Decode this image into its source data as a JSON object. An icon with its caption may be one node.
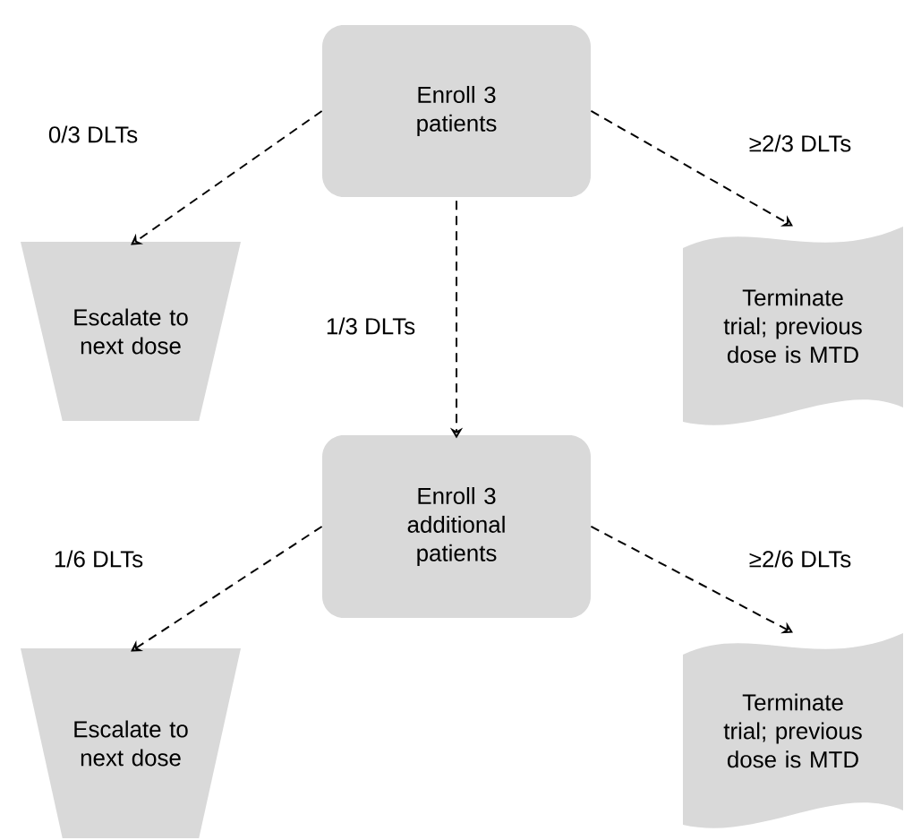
{
  "diagram": {
    "nodes": [
      {
        "text": [
          "Enroll 3 patients"
        ]
      },
      {
        "text": [
          "Escalate to next dose"
        ]
      },
      {
        "text": [
          "Terminate trial; previous dose is MTD"
        ]
      },
      {
        "text": [
          "Enroll 3 additional patients"
        ]
      },
      {
        "text": [
          "Escalate to next dose"
        ]
      },
      {
        "text": [
          "Terminate trial; previous dose is MTD"
        ]
      }
    ],
    "edges": [
      {
        "from": 0,
        "to": 1,
        "arrow": "to",
        "label": "0/3 DLTs",
        "style": "dashed"
      },
      {
        "from": 0,
        "to": 3,
        "arrow": "to",
        "label": "1/3 DLTs",
        "style": "dashed"
      },
      {
        "from": 0,
        "to": 2,
        "arrow": "to",
        "label": "≥2/3 DLTs",
        "style": "dashed"
      },
      {
        "from": 3,
        "to": 4,
        "arrow": "to",
        "label": "1/6 DLTs",
        "style": "dashed"
      },
      {
        "from": 3,
        "to": 5,
        "arrow": "to",
        "label": "≥2/6 DLTs",
        "style": "dashed"
      }
    ]
  }
}
